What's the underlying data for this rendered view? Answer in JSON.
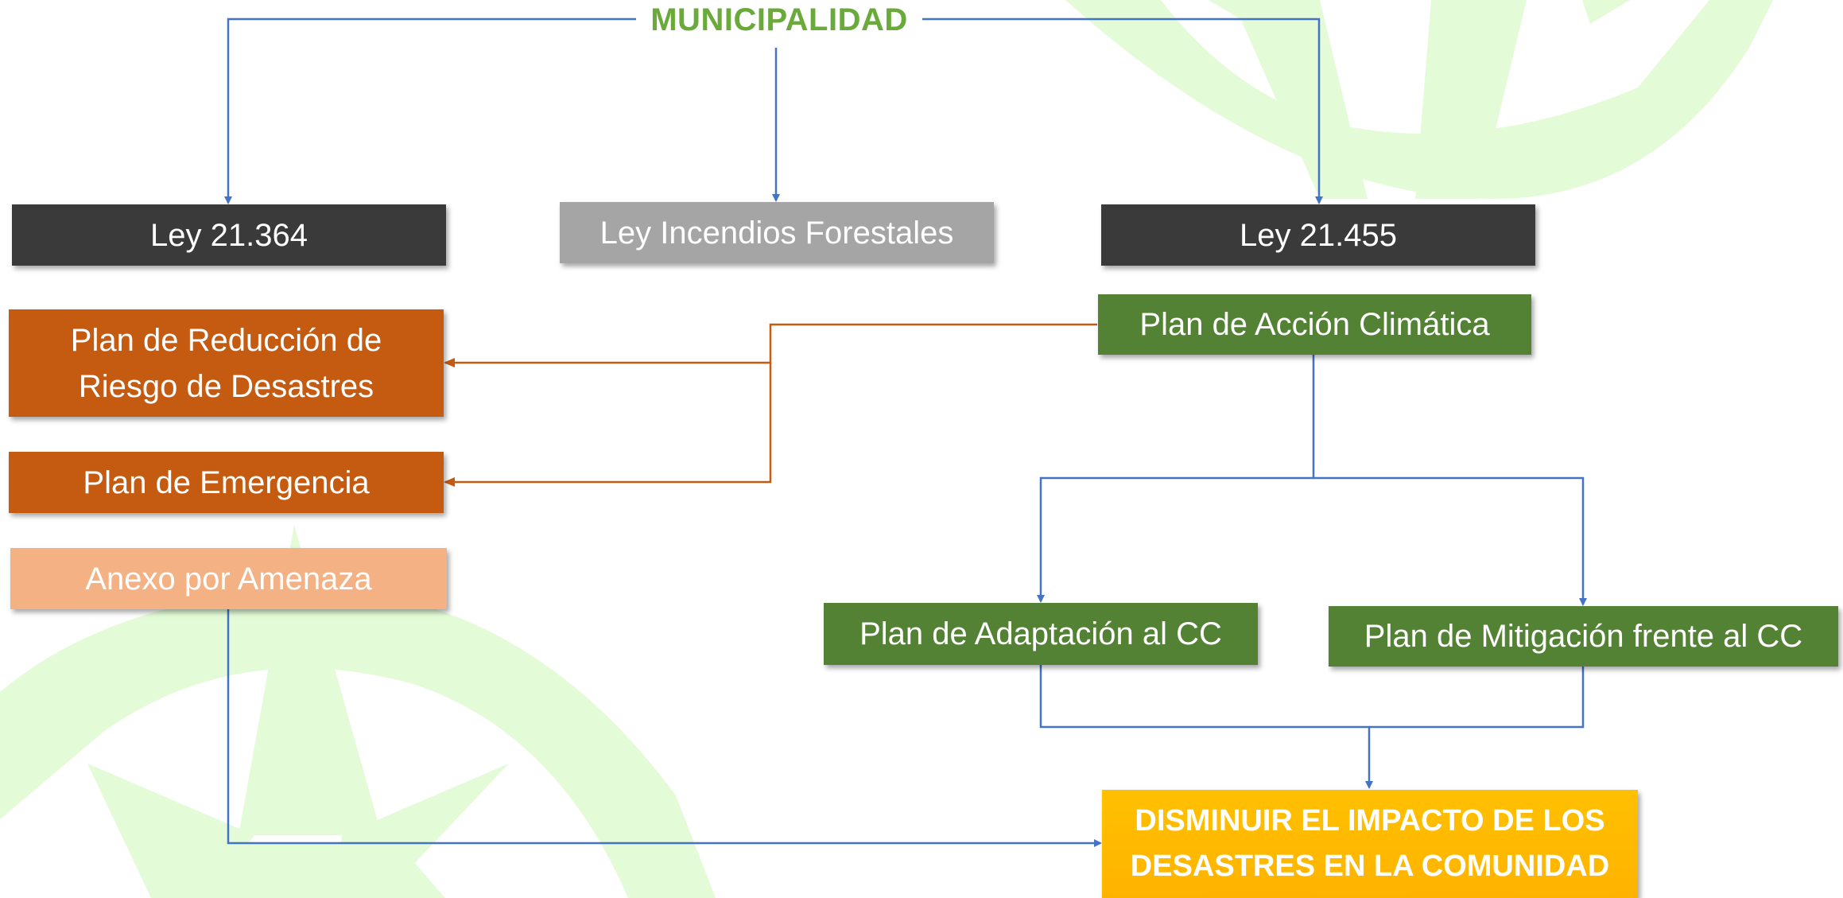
{
  "title": "MUNICIPALIDAD",
  "colors": {
    "title": "#6aaa3a",
    "law_box": "#3a3a3a",
    "fire_law_box": "#a5a5a5",
    "risk_plan_box": "#c55a11",
    "annex_box": "#f4b183",
    "climate_plan_box": "#548235",
    "goal_box": "#ffc000",
    "connector_blue": "#4472c4",
    "connector_orange": "#c55a11",
    "watermark": "#e4fbd7"
  },
  "laws": {
    "left": "Ley 21.364",
    "center": "Ley Incendios Forestales",
    "right": "Ley 21.455"
  },
  "risk_plans": {
    "disaster_reduction": "Plan de Reducción de Riesgo de Desastres",
    "emergency": "Plan de Emergencia",
    "annex": "Anexo por Amenaza"
  },
  "climate_plans": {
    "action": "Plan de Acción Climática",
    "adaptation": "Plan de Adaptación al CC",
    "mitigation": "Plan de Mitigación frente al CC"
  },
  "goal": "DISMINUIR EL IMPACTO DE LOS DESASTRES EN LA COMUNIDAD"
}
